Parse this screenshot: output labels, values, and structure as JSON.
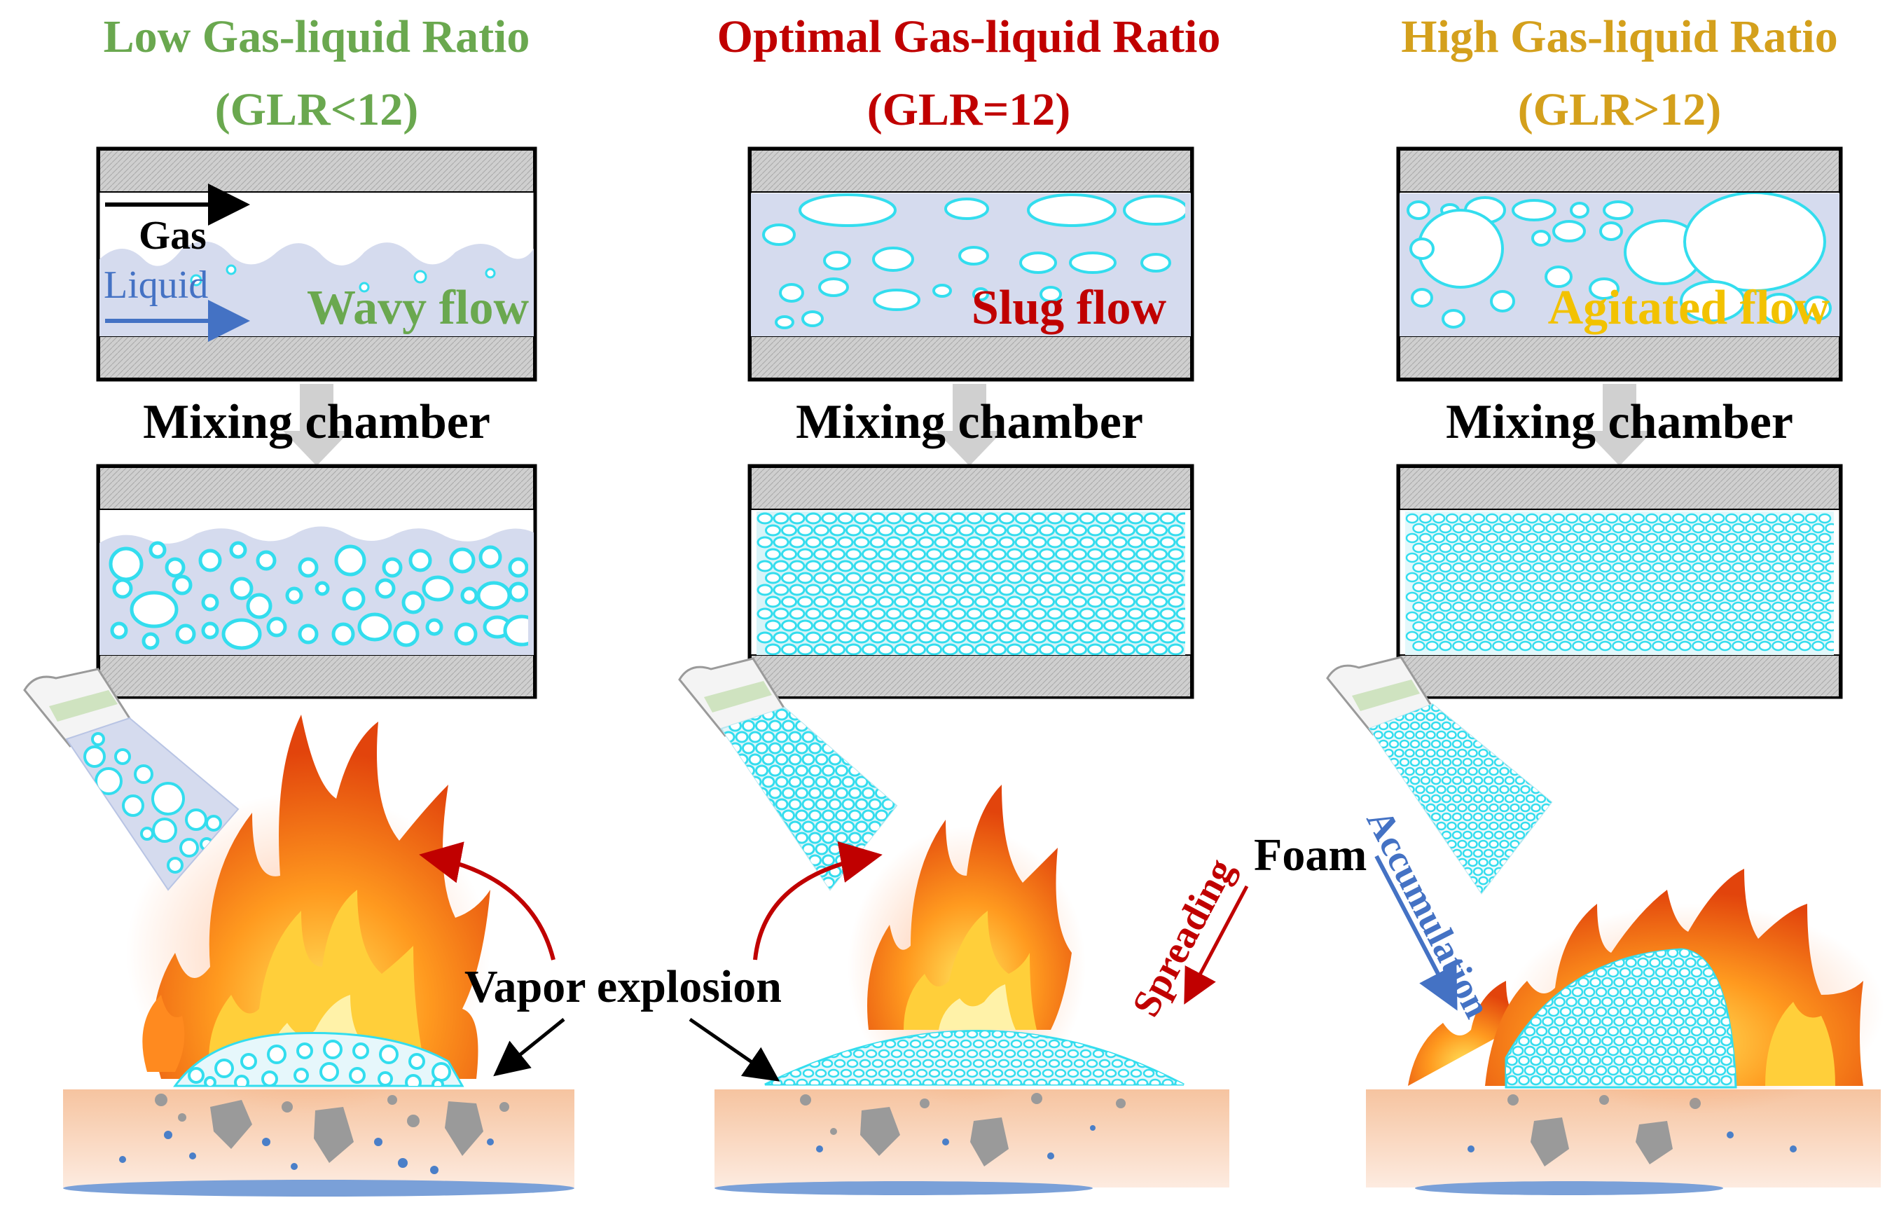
{
  "colors": {
    "low": "#6aa84f",
    "optimal": "#c00000",
    "high": "#d4a01c",
    "liquid_label": "#4472c4",
    "arrow_red": "#c00000",
    "arrow_blue": "#4472c4",
    "bubble_edge": "#33ddee",
    "liquid_fill": "#d5dbee",
    "wall_fill": "#c8c8c8",
    "ground_top": "#f7c9a8",
    "ground_bottom": "#fbe7dc"
  },
  "panels": [
    {
      "key": "low",
      "title_line1": "Low Gas-liquid Ratio",
      "title_line2": "(GLR<12)",
      "flow_label": "Wavy flow",
      "chamber_label": "Mixing chamber"
    },
    {
      "key": "optimal",
      "title_line1": "Optimal Gas-liquid Ratio",
      "title_line2": "(GLR=12)",
      "flow_label": "Slug flow",
      "chamber_label": "Mixing chamber"
    },
    {
      "key": "high",
      "title_line1": "High Gas-liquid Ratio",
      "title_line2": "(GLR>12)",
      "flow_label": "Agitated flow",
      "chamber_label": "Mixing chamber"
    }
  ],
  "inlet_labels": {
    "gas": "Gas",
    "liquid": "Liquid"
  },
  "annotations": {
    "vapor_explosion": "Vapor explosion",
    "foam": "Foam",
    "spreading": "Spreading",
    "accumulation": "Accumulation"
  }
}
